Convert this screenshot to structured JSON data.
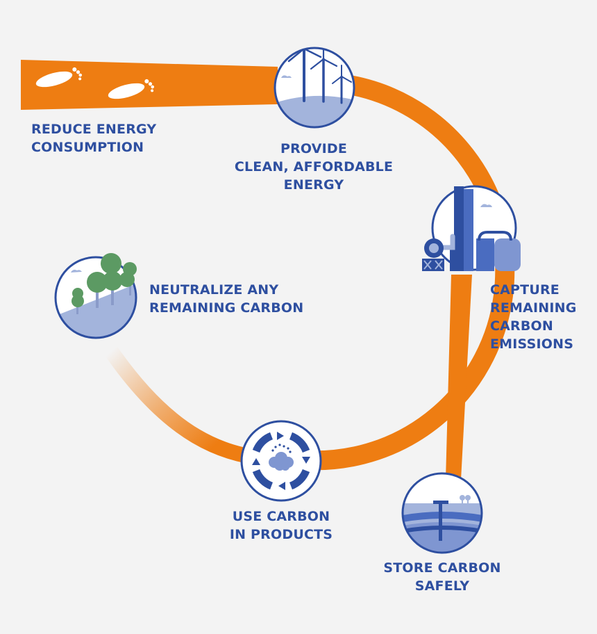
{
  "colors": {
    "orange": "#ee7d12",
    "blue": "#2e4fa0",
    "light_blue": "#a3b4dc",
    "green": "#5c9a63",
    "background": "#f3f3f3"
  },
  "steps": [
    {
      "id": "reduce",
      "icon": "footprints-icon",
      "lines": [
        "REDUCE ENERGY",
        "CONSUMPTION"
      ]
    },
    {
      "id": "provide",
      "icon": "wind-turbines-icon",
      "lines": [
        "PROVIDE",
        "CLEAN, AFFORDABLE",
        "ENERGY"
      ]
    },
    {
      "id": "capture",
      "icon": "capture-plant-icon",
      "lines": [
        "CAPTURE",
        "REMAINING",
        "CARBON",
        "EMISSIONS"
      ]
    },
    {
      "id": "store",
      "icon": "underground-storage-icon",
      "lines": [
        "STORE CARBON",
        "SAFELY"
      ]
    },
    {
      "id": "use",
      "icon": "carbon-recycle-icon",
      "lines": [
        "USE CARBON",
        "IN PRODUCTS"
      ]
    },
    {
      "id": "neutralize",
      "icon": "trees-icon",
      "lines": [
        "NEUTRALIZE ANY",
        "REMAINING CARBON"
      ]
    }
  ]
}
